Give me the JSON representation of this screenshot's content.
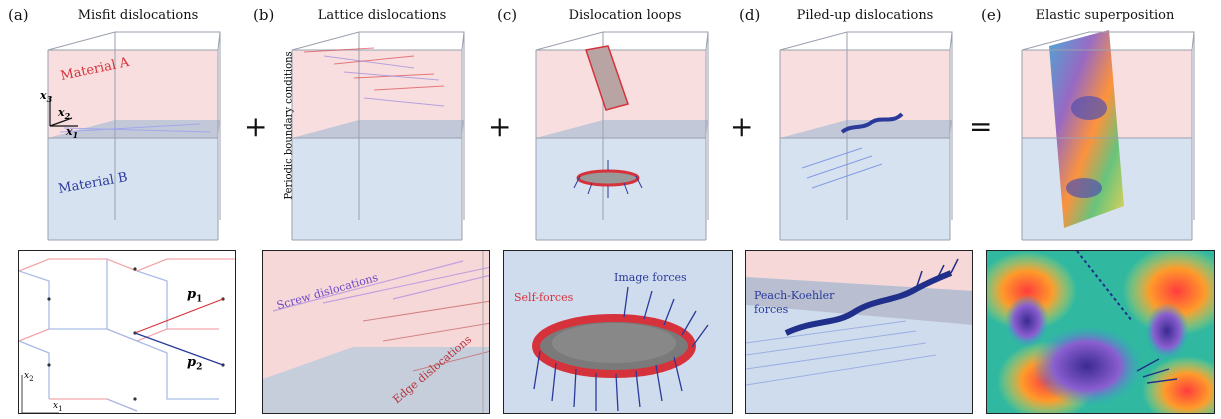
{
  "panels": [
    {
      "letter": "(a)",
      "title": "Misfit dislocations"
    },
    {
      "letter": "(b)",
      "title": "Lattice dislocations"
    },
    {
      "letter": "(c)",
      "title": "Dislocation loops"
    },
    {
      "letter": "(d)",
      "title": "Piled-up dislocations"
    },
    {
      "letter": "(e)",
      "title": "Elastic superposition"
    }
  ],
  "operators": [
    "+",
    "+",
    "+",
    "="
  ],
  "labels": {
    "material_a": "Material A",
    "material_b": "Material B",
    "x1": "x",
    "x2": "x",
    "x3": "x",
    "sub1": "1",
    "sub2": "2",
    "sub3": "3",
    "pbc": "Periodic boundary conditions",
    "p1": "p",
    "p2": "p",
    "screw": "Screw dislocations",
    "edge": "Edge dislocations",
    "self_forces": "Self-forces",
    "image_forces": "Image forces",
    "pk_forces_1": "Peach-Koehler",
    "pk_forces_2": "forces"
  },
  "colors": {
    "material_a_fill": "#f7d8d8",
    "material_b_fill": "#d3dff0",
    "red": "#d6323c",
    "blue": "#2a3a9a"
  }
}
